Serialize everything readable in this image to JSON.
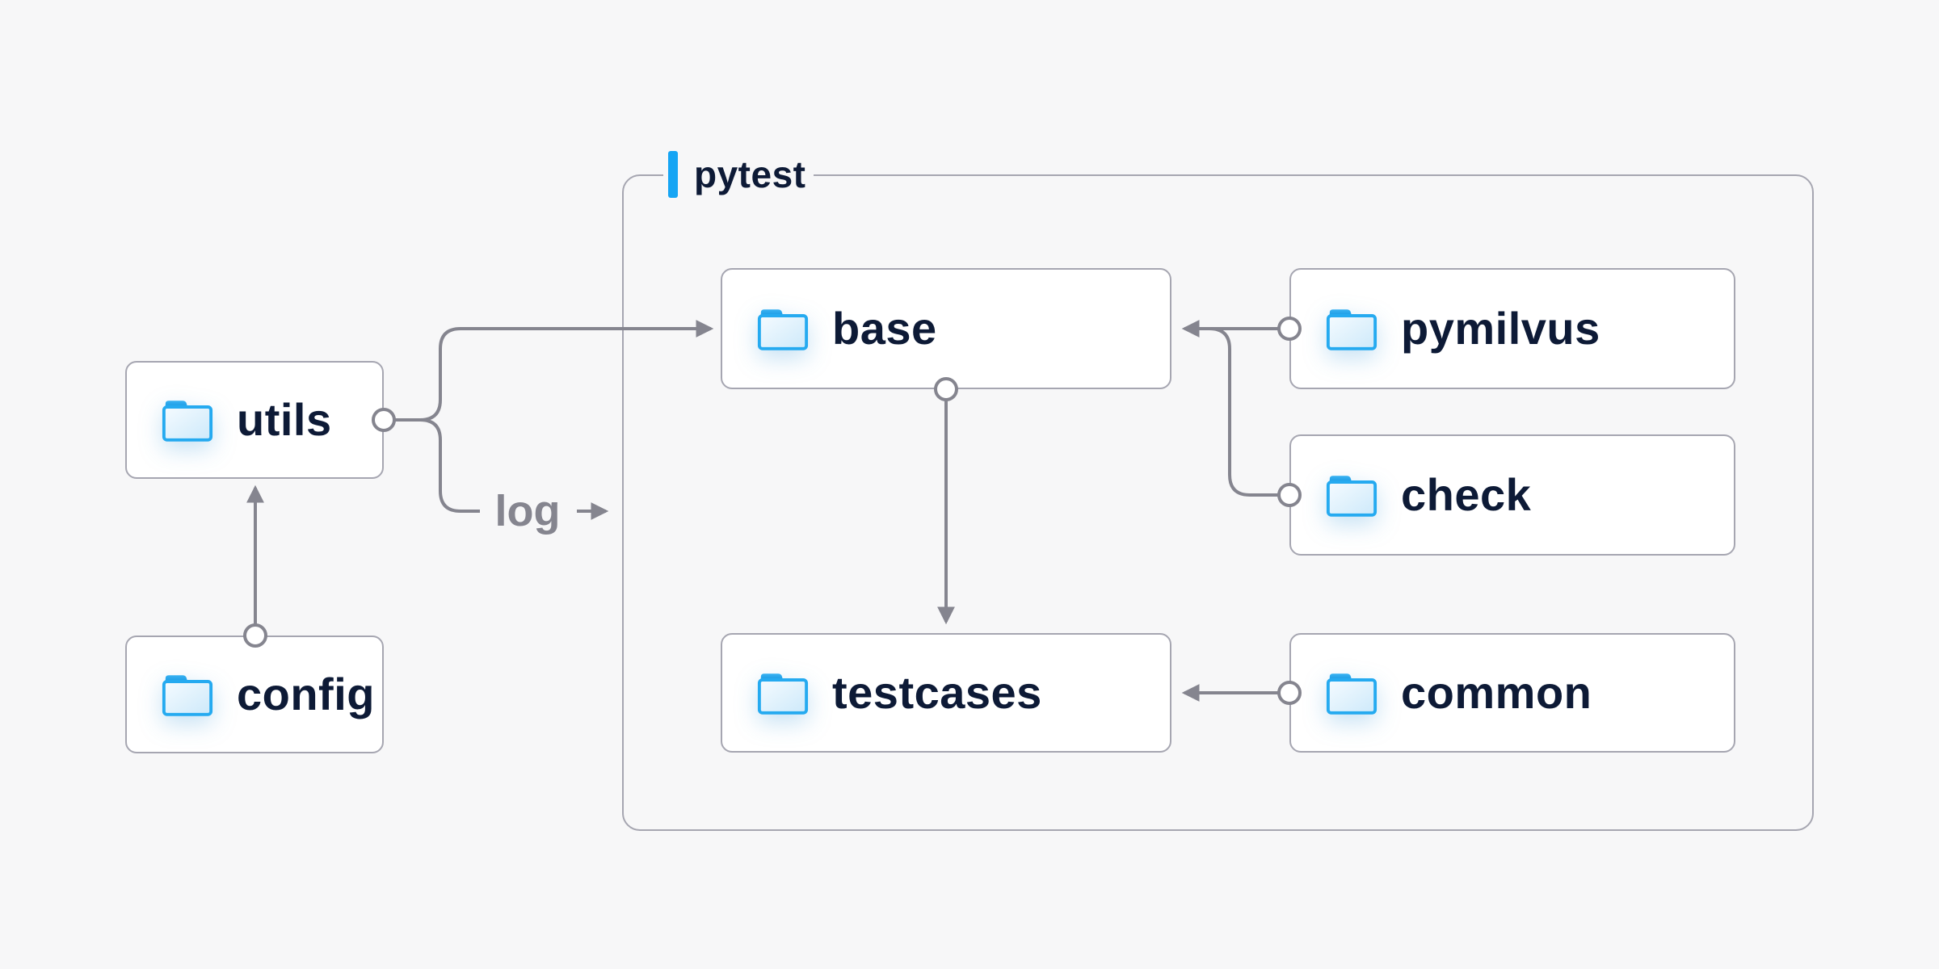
{
  "diagram": {
    "container": {
      "label": "pytest"
    },
    "nodes": [
      {
        "id": "utils",
        "label": "utils",
        "icon": "folder-icon"
      },
      {
        "id": "config",
        "label": "config",
        "icon": "folder-icon"
      },
      {
        "id": "base",
        "label": "base",
        "icon": "folder-icon"
      },
      {
        "id": "pymilvus",
        "label": "pymilvus",
        "icon": "folder-icon"
      },
      {
        "id": "check",
        "label": "check",
        "icon": "folder-icon"
      },
      {
        "id": "testcases",
        "label": "testcases",
        "icon": "folder-icon"
      },
      {
        "id": "common",
        "label": "common",
        "icon": "folder-icon"
      }
    ],
    "edge_label": {
      "log": "log"
    },
    "edges": [
      {
        "from": "config",
        "to": "utils",
        "style": "arrow"
      },
      {
        "from": "utils",
        "to": "base",
        "style": "arrow"
      },
      {
        "from": "utils",
        "to": "log",
        "style": "plain"
      },
      {
        "from": "log",
        "to": "pytest-container",
        "style": "arrow"
      },
      {
        "from": "pymilvus",
        "to": "base",
        "style": "arrow"
      },
      {
        "from": "check",
        "to": "base",
        "style": "merge"
      },
      {
        "from": "base",
        "to": "testcases",
        "style": "arrow"
      },
      {
        "from": "common",
        "to": "testcases",
        "style": "arrow"
      }
    ]
  },
  "theme": {
    "bg": "#f7f7f8",
    "node-bg": "#ffffff",
    "node-border": "#a6a6b1",
    "container-border": "#a6a6b1",
    "line": "#85858f",
    "text": "#0d1a36",
    "muted-text": "#85858f",
    "accent": "#16a5f4",
    "folder-stroke": "#25aaf0",
    "folder-fill-light": "#f5fbff",
    "folder-fill-dark": "#cde9fa",
    "folder-tab-light": "#38b2f2",
    "folder-tab-dark": "#0e8edc"
  }
}
